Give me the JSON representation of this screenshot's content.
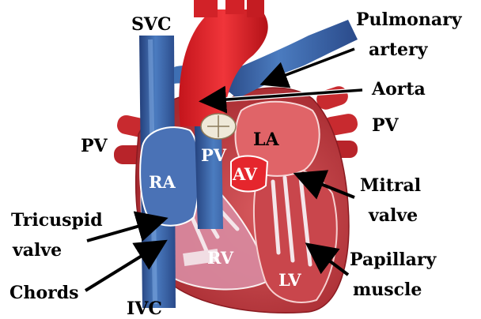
{
  "labels": {
    "svc": "SVC",
    "pulmonary_artery_line1": "Pulmonary",
    "pulmonary_artery_line2": "artery",
    "aorta": "Aorta",
    "pv_left": "PV",
    "pv_right": "PV",
    "pv_valve": "PV",
    "la": "LA",
    "ra": "RA",
    "av": "AV",
    "mitral_line1": "Mitral",
    "mitral_line2": "valve",
    "tricuspid_line1": "Tricuspid",
    "tricuspid_line2": "valve",
    "rv": "RV",
    "papillary_line1": "Papillary",
    "papillary_line2": "muscle",
    "chords": "Chords",
    "ivc": "IVC",
    "lv": "LV"
  },
  "colors": {
    "vein_blue": "#3e6fb3",
    "vein_blue_dark": "#233f7a",
    "artery_red": "#e5262d",
    "heart_red": "#c8383d",
    "heart_pink": "#d98aa0",
    "background": "#ffffff"
  }
}
